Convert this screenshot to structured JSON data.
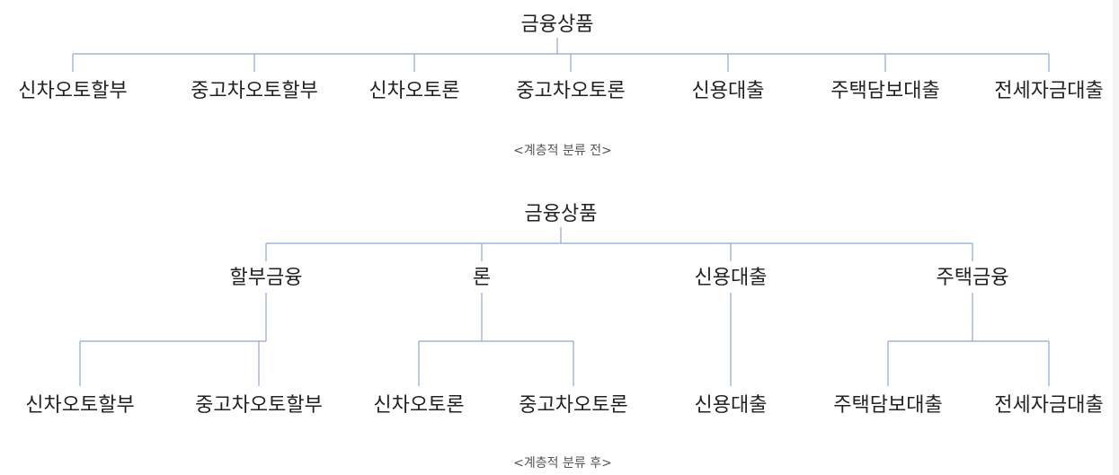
{
  "colors": {
    "line": "#8fa7cf",
    "text": "#222222",
    "caption": "#555555"
  },
  "before": {
    "root": "금융상품",
    "leaves": [
      "신차오토할부",
      "중고차오토할부",
      "신차오토론",
      "중고차오토론",
      "신용대출",
      "주택담보대출",
      "전세자금대출"
    ],
    "caption": "<계층적 분류 전>"
  },
  "after": {
    "root": "금융상품",
    "groups": [
      {
        "label": "할부금융",
        "children": [
          "신차오토할부",
          "중고차오토할부"
        ]
      },
      {
        "label": "론",
        "children": [
          "신차오토론",
          "중고차오토론"
        ]
      },
      {
        "label": "신용대출",
        "children": [
          "신용대출"
        ]
      },
      {
        "label": "주택금융",
        "children": [
          "주택담보대출",
          "전세자금대출"
        ]
      }
    ],
    "caption": "<계층적 분류 후>"
  }
}
